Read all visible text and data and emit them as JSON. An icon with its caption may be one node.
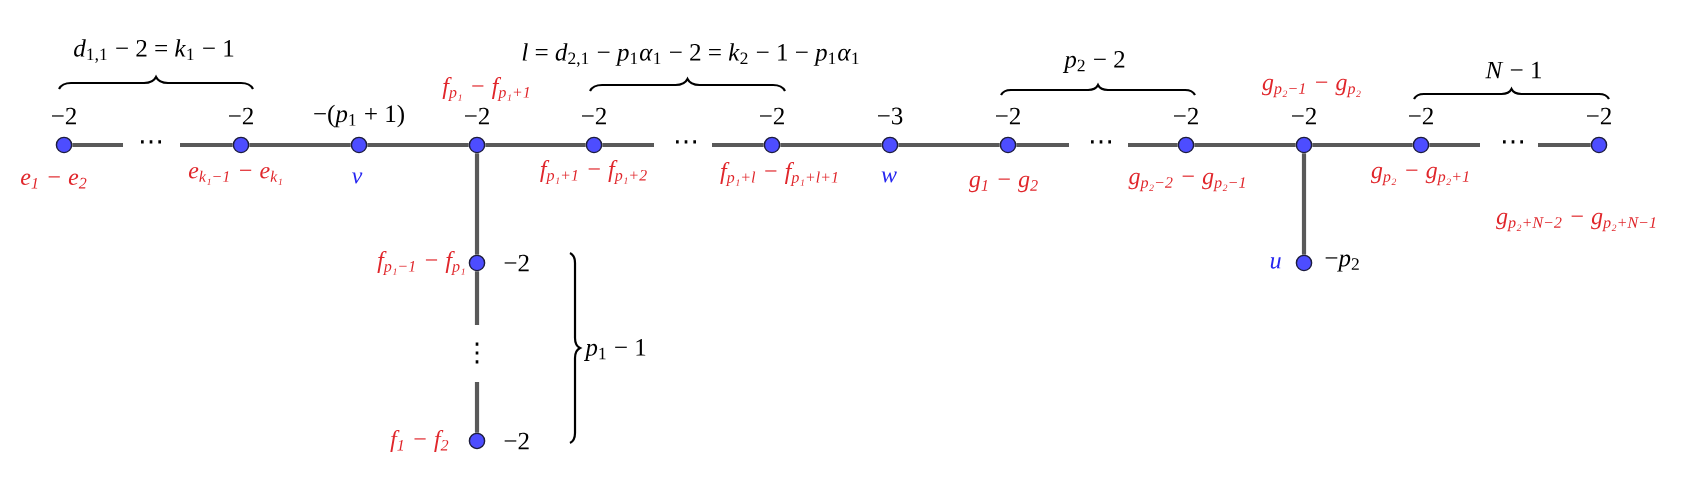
{
  "diagram": {
    "nodes": [
      {
        "text": [],
        "shape": "circle",
        "beside": [
          "−2",
          "e$_{1}$ − e$_{2}$"
        ]
      },
      {
        "text": [],
        "shape": "circle",
        "beside": [
          "−2",
          "e$_{k₁−1}$ − e$_{k₁}$"
        ]
      },
      {
        "text": [],
        "shape": "circle",
        "beside": [
          "−(*p*$_{1}$ + 1)",
          "v"
        ]
      },
      {
        "text": [],
        "shape": "circle",
        "beside": [
          "−2",
          "f$_{p₁}$ − f$_{p₁+1}$"
        ]
      },
      {
        "text": [],
        "shape": "circle",
        "beside": [
          "−2",
          "f$_{p₁+1}$ − f$_{p₁+2}$"
        ]
      },
      {
        "text": [],
        "shape": "circle",
        "beside": [
          "−2",
          "f$_{p₁+l}$ − f$_{p₁+l+1}$"
        ]
      },
      {
        "text": [],
        "shape": "circle",
        "beside": [
          "−3",
          "w"
        ]
      },
      {
        "text": [],
        "shape": "circle",
        "beside": [
          "−2",
          "g$_{1}$ − g$_{2}$"
        ]
      },
      {
        "text": [],
        "shape": "circle",
        "beside": [
          "−2",
          "g$_{p₂−2}$ − g$_{p₂−1}$"
        ]
      },
      {
        "text": [],
        "shape": "circle",
        "beside": [
          "−2",
          "g$_{p₂−1}$ − g$_{p₂}$"
        ]
      },
      {
        "text": [],
        "shape": "circle",
        "beside": [
          "−2",
          "g$_{p₂}$ − g$_{p₂+1}$"
        ]
      },
      {
        "text": [],
        "shape": "circle",
        "beside": [
          "−2",
          "g$_{p₂+N−2}$ − g$_{p₂+N−1}$"
        ]
      },
      {
        "text": [],
        "shape": "circle",
        "beside": [
          "−2",
          "f$_{p₁−1}$ − f$_{p₁}$"
        ]
      },
      {
        "text": [],
        "shape": "circle",
        "beside": [
          "−2",
          "f$_{1}$ − f$_{2}$"
        ]
      },
      {
        "text": [],
        "shape": "circle",
        "beside": [
          "−*p*$_{2}$",
          "u"
        ]
      }
    ],
    "edges": [
      {
        "from": 0,
        "to": 1,
        "arrow": "none",
        "label": "⋯"
      },
      {
        "from": 1,
        "to": 2,
        "arrow": "none"
      },
      {
        "from": 2,
        "to": 3,
        "arrow": "none"
      },
      {
        "from": 3,
        "to": 4,
        "arrow": "none"
      },
      {
        "from": 4,
        "to": 5,
        "arrow": "none",
        "label": "⋯"
      },
      {
        "from": 5,
        "to": 6,
        "arrow": "none"
      },
      {
        "from": 6,
        "to": 7,
        "arrow": "none"
      },
      {
        "from": 7,
        "to": 8,
        "arrow": "none",
        "label": "⋯"
      },
      {
        "from": 8,
        "to": 9,
        "arrow": "none"
      },
      {
        "from": 9,
        "to": 10,
        "arrow": "none"
      },
      {
        "from": 10,
        "to": 11,
        "arrow": "none",
        "label": "⋯"
      },
      {
        "from": 3,
        "to": 12,
        "arrow": "none"
      },
      {
        "from": 12,
        "to": 13,
        "arrow": "none",
        "label": "⋮"
      },
      {
        "from": 9,
        "to": 14,
        "arrow": "none"
      }
    ],
    "labels": [
      "*d*$_{1,1}$ − 2 = *k*$_{1}$ − 1",
      "*l* = *d*$_{2,1}$ − *p*$_{1}$*α*$_{1}$ − 2 = *k*$_{2}$ − 1 − *p*$_{1}$*α*$_{1}$",
      "*p*$_{2}$ − 2",
      "*N* − 1",
      "*p*$_{1}$ − 1"
    ]
  }
}
